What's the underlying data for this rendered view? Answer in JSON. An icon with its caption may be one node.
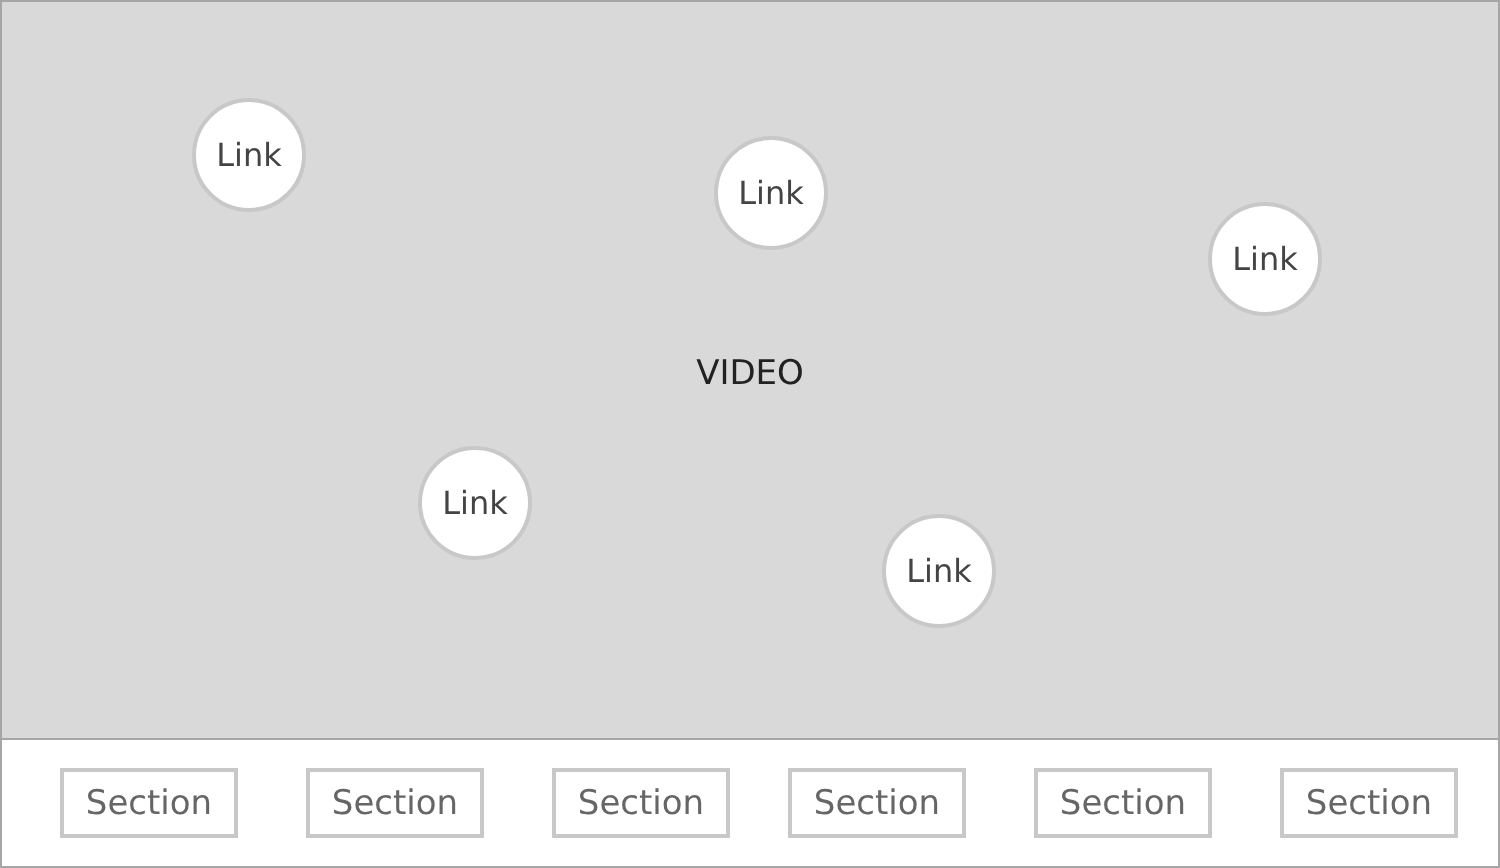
{
  "diagram": {
    "nodes": [
      {
        "text": [
          "VIDEO"
        ]
      },
      {
        "text": [
          "Link"
        ],
        "in": 0
      },
      {
        "text": [
          "Link"
        ],
        "in": 0
      },
      {
        "text": [
          "Link"
        ],
        "in": 0
      },
      {
        "text": [
          "Link"
        ],
        "in": 0
      },
      {
        "text": [
          "Link"
        ],
        "in": 0
      },
      {
        "text": [],
        "shape": "box"
      },
      {
        "text": [
          "Section"
        ],
        "in": 6
      },
      {
        "text": [
          "Section"
        ],
        "in": 6
      },
      {
        "text": [
          "Section"
        ],
        "in": 6
      },
      {
        "text": [
          "Section"
        ],
        "in": 6
      },
      {
        "text": [
          "Section"
        ],
        "in": 6
      },
      {
        "text": [
          "Section"
        ],
        "in": 6
      }
    ]
  }
}
